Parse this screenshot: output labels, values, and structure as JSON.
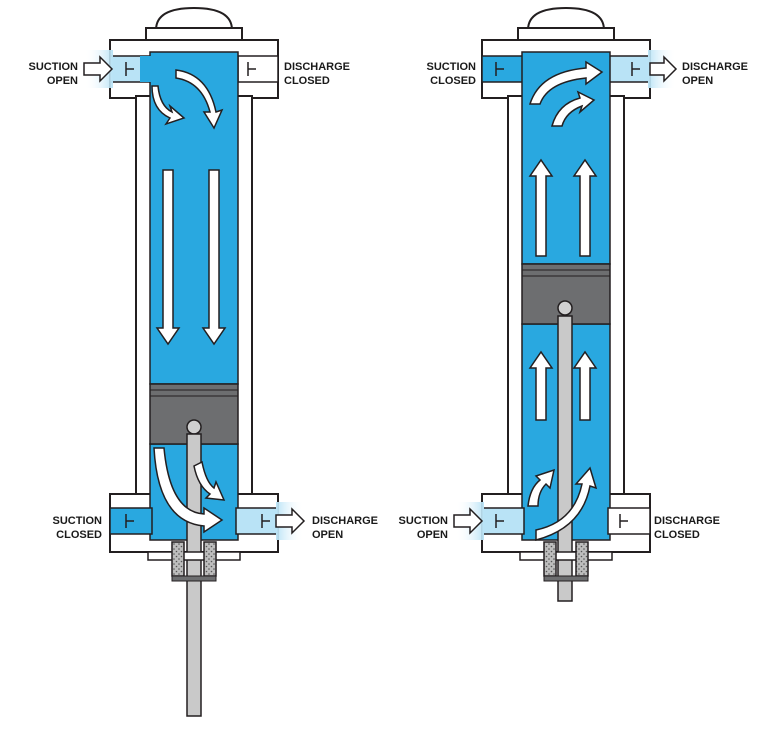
{
  "labels": {
    "left": {
      "top_suction": [
        "SUCTION",
        "OPEN"
      ],
      "top_discharge": [
        "DISCHARGE",
        "CLOSED"
      ],
      "bottom_suction": [
        "SUCTION",
        "CLOSED"
      ],
      "bottom_discharge": [
        "DISCHARGE",
        "OPEN"
      ]
    },
    "right": {
      "top_suction": [
        "SUCTION",
        "CLOSED"
      ],
      "top_discharge": [
        "DISCHARGE",
        "OPEN"
      ],
      "bottom_suction": [
        "SUCTION",
        "OPEN"
      ],
      "bottom_discharge": [
        "DISCHARGE",
        "CLOSED"
      ]
    }
  },
  "colors": {
    "fluid": "#29a8e0",
    "fluid_light": "#b9e3f6",
    "piston": "#6d6e70",
    "rod": "#c9c9c9",
    "outline": "#231f20",
    "arrow_fill": "#ffffff"
  },
  "icons": [
    "flow-arrow-icon",
    "valve-icon",
    "piston-pin-icon"
  ]
}
